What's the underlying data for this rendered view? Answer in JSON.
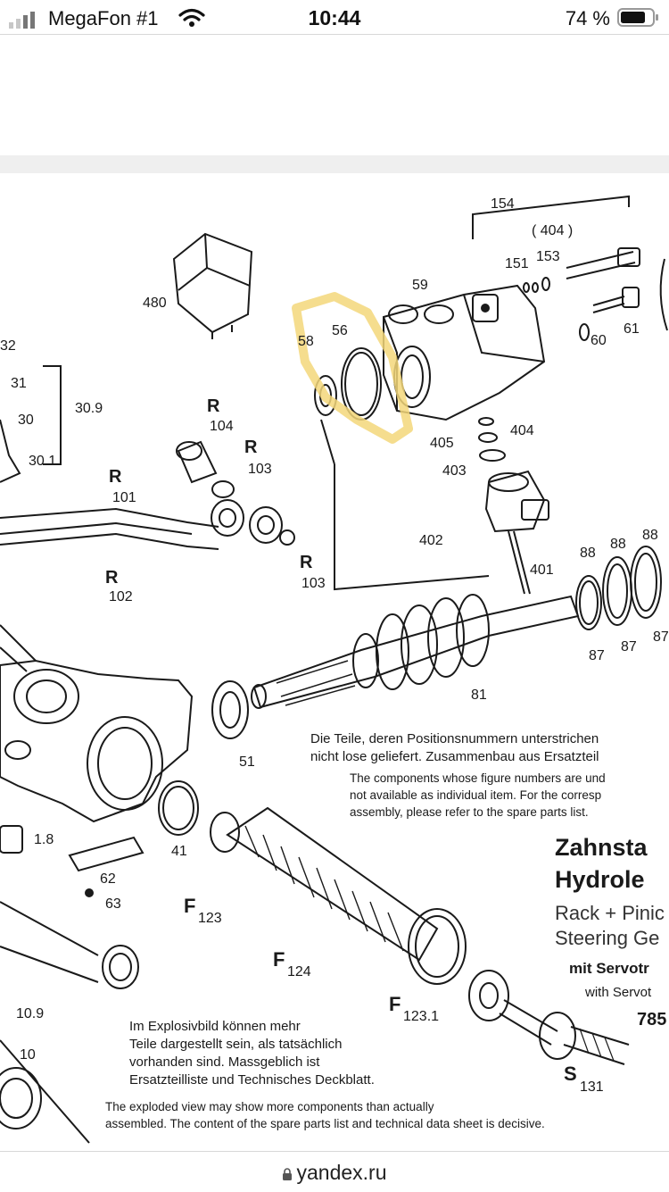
{
  "status_bar": {
    "carrier": "MegaFon #1",
    "time": "10:44",
    "battery_percent": "74 %"
  },
  "diagram": {
    "part_labels": [
      "154",
      "( 404 )",
      "151",
      "153",
      "59",
      "480",
      "56",
      "58",
      "60",
      "61",
      "32",
      "31",
      "30.9",
      "30",
      "30.1",
      "R",
      "104",
      "R",
      "103",
      "405",
      "404",
      "403",
      "R",
      "101",
      "402",
      "R",
      "103",
      "R",
      "102",
      "88",
      "88",
      "88",
      "401",
      "87",
      "87",
      "87",
      "81",
      "51",
      "1.8",
      "41",
      "62",
      "63",
      "10.9",
      "10",
      "F",
      "123",
      "F",
      "124",
      "F",
      "123.1",
      "S",
      "131"
    ],
    "note_de_1": "Die Teile, deren Positionsnummern unterstrichen",
    "note_de_2": "nicht lose geliefert. Zusammenbau aus Ersatzteil",
    "note_en_1": "The components whose figure numbers are  und",
    "note_en_2": "not available as individual item. For the corresp",
    "note_en_3": "assembly, please refer to the spare parts list.",
    "title_de_1": "Zahnsta",
    "title_de_2": "Hydrole",
    "title_en_1": "Rack + Pinic",
    "title_en_2": "Steering Ge",
    "servo_de": "mit Servotr",
    "servo_en": "with Servot",
    "part_no": "785",
    "explode_de_1": "Im Explosivbild können mehr",
    "explode_de_2": "Teile dargestellt sein, als tatsächlich",
    "explode_de_3": "vorhanden sind. Massgeblich ist",
    "explode_de_4": "Ersatzteilliste und Technisches Deckblatt.",
    "explode_en_1": "The exploded view may show more components than actually",
    "explode_en_2": "assembled. The content of the spare parts list and technical data sheet is decisive."
  },
  "url_bar": {
    "url": "yandex.ru"
  },
  "colors": {
    "highlight": "#f3d77a",
    "line": "#1a1a1a"
  }
}
